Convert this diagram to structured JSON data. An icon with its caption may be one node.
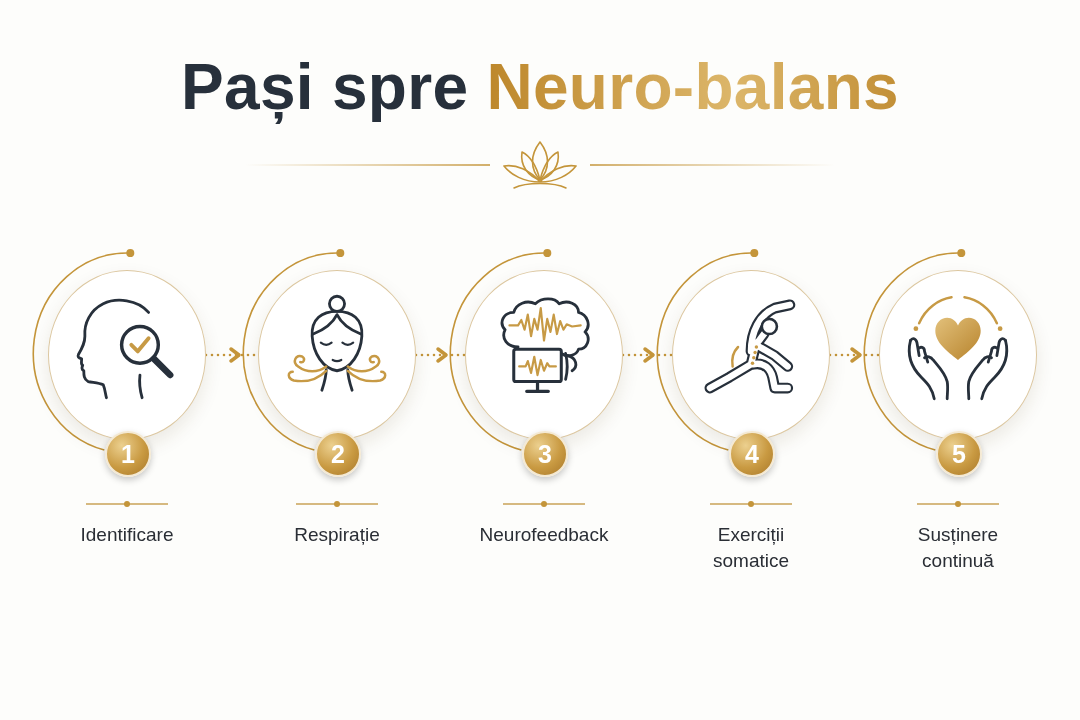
{
  "diagram": {
    "title": "Pași spre Neuro-balans",
    "nodes": [
      {
        "text": [
          "1"
        ],
        "beside": [
          "Identificare"
        ]
      },
      {
        "text": [
          "2"
        ],
        "beside": [
          "Respirație"
        ]
      },
      {
        "text": [
          "3"
        ],
        "beside": [
          "Neurofeedback"
        ]
      },
      {
        "text": [
          "4"
        ],
        "beside": [
          "Exerciții somatice"
        ]
      },
      {
        "text": [
          "5"
        ],
        "beside": [
          "Susținere continuă"
        ]
      }
    ],
    "edges": [
      {
        "from": 0,
        "to": 1,
        "arrow": "to",
        "style": "dashed"
      },
      {
        "from": 1,
        "to": 2,
        "arrow": "to",
        "style": "dashed"
      },
      {
        "from": 2,
        "to": 3,
        "arrow": "to",
        "style": "dashed"
      },
      {
        "from": 3,
        "to": 4,
        "arrow": "to",
        "style": "dashed"
      }
    ]
  }
}
